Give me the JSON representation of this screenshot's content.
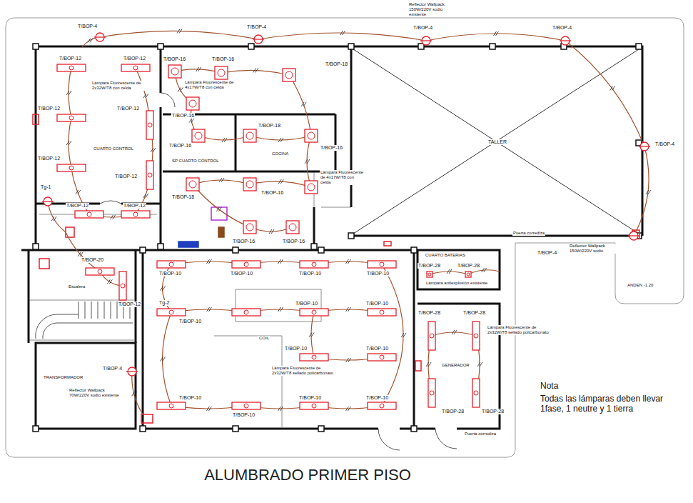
{
  "diagram": {
    "title": "ALUMBRADO PRIMER PISO",
    "nodes": [
      {
        "text": [
          "CUARTO CONTROL"
        ]
      },
      {
        "text": [
          "SP CUARTO CONTROL"
        ]
      },
      {
        "text": [
          "COCINA"
        ]
      },
      {
        "text": [
          "TALLER"
        ]
      },
      {
        "text": [
          "COIL"
        ]
      },
      {
        "text": [
          "CUARTO BATERIAS"
        ]
      },
      {
        "text": [
          "GENERADOR"
        ]
      },
      {
        "text": [
          "TRANSFORMADOR"
        ]
      }
    ],
    "labels": [
      "Reflector Wallpack 150W/220V sodio existente",
      "T/BOP-4",
      "T/BOP-4",
      "T/BOP-4",
      "T/BOP-4",
      "T/BOP-4",
      "T/BOP-4",
      "Reflector Wallpack 150W/220V sodio",
      "Puerta corrediza",
      "ANDEN -1.20",
      "T/BOP-12",
      "T/BOP-12",
      "T/BOP-12",
      "T/BOP-12",
      "T/BOP-12",
      "T/BOP-12",
      "T/BOP-12",
      "T/BOP-12",
      "Lámpara Fluorescente de 2x32W/T8 con celda",
      "Tg-1",
      "T/BOP-16",
      "T/BOP-16",
      "T/BOP-18",
      "Lámpara Fluorescente de 4x17W/T8 con celda",
      "T/BOP-16",
      "T/BOP-18",
      "T/BOP-16",
      "T/BOP-16",
      "Lámpara Fluorescente de 4x17W/T8 con celda",
      "T/BOP-16",
      "T/BOP-18",
      "T/BOP-16",
      "T/BOP-16",
      "T/BOP-20",
      "Escalera",
      "T/BOP-12",
      "Tg-2",
      "T/BOP-10",
      "T/BOP-10",
      "T/BOP-10",
      "T/BOP-10",
      "T/BOP-10",
      "T/BOP-10",
      "T/BOP-10",
      "T/BOP-10",
      "T/BOP-10",
      "Lámpara Fluorescente de 2x32W/T8 sellado policarbonato",
      "T/BOP-10",
      "T/BOP-10",
      "T/BOP-10",
      "T/BOP-10",
      "T/BOP-28",
      "T/BOP-28",
      "Lámpara antiexplosión existente",
      "T/BOP-28",
      "T/BOP-28",
      "Lámpara Fluorescente de 2x32W/T8 sellado policarbonato",
      "T/BOP-28",
      "T/BOP-28",
      "Puerta corrediza",
      "T/BOP-4",
      "Reflector Wallpack 70W/220V sodio existente",
      "Nota",
      "Todas las lámparas deben llevar 1fase, 1 neutre y 1 tierra"
    ]
  }
}
